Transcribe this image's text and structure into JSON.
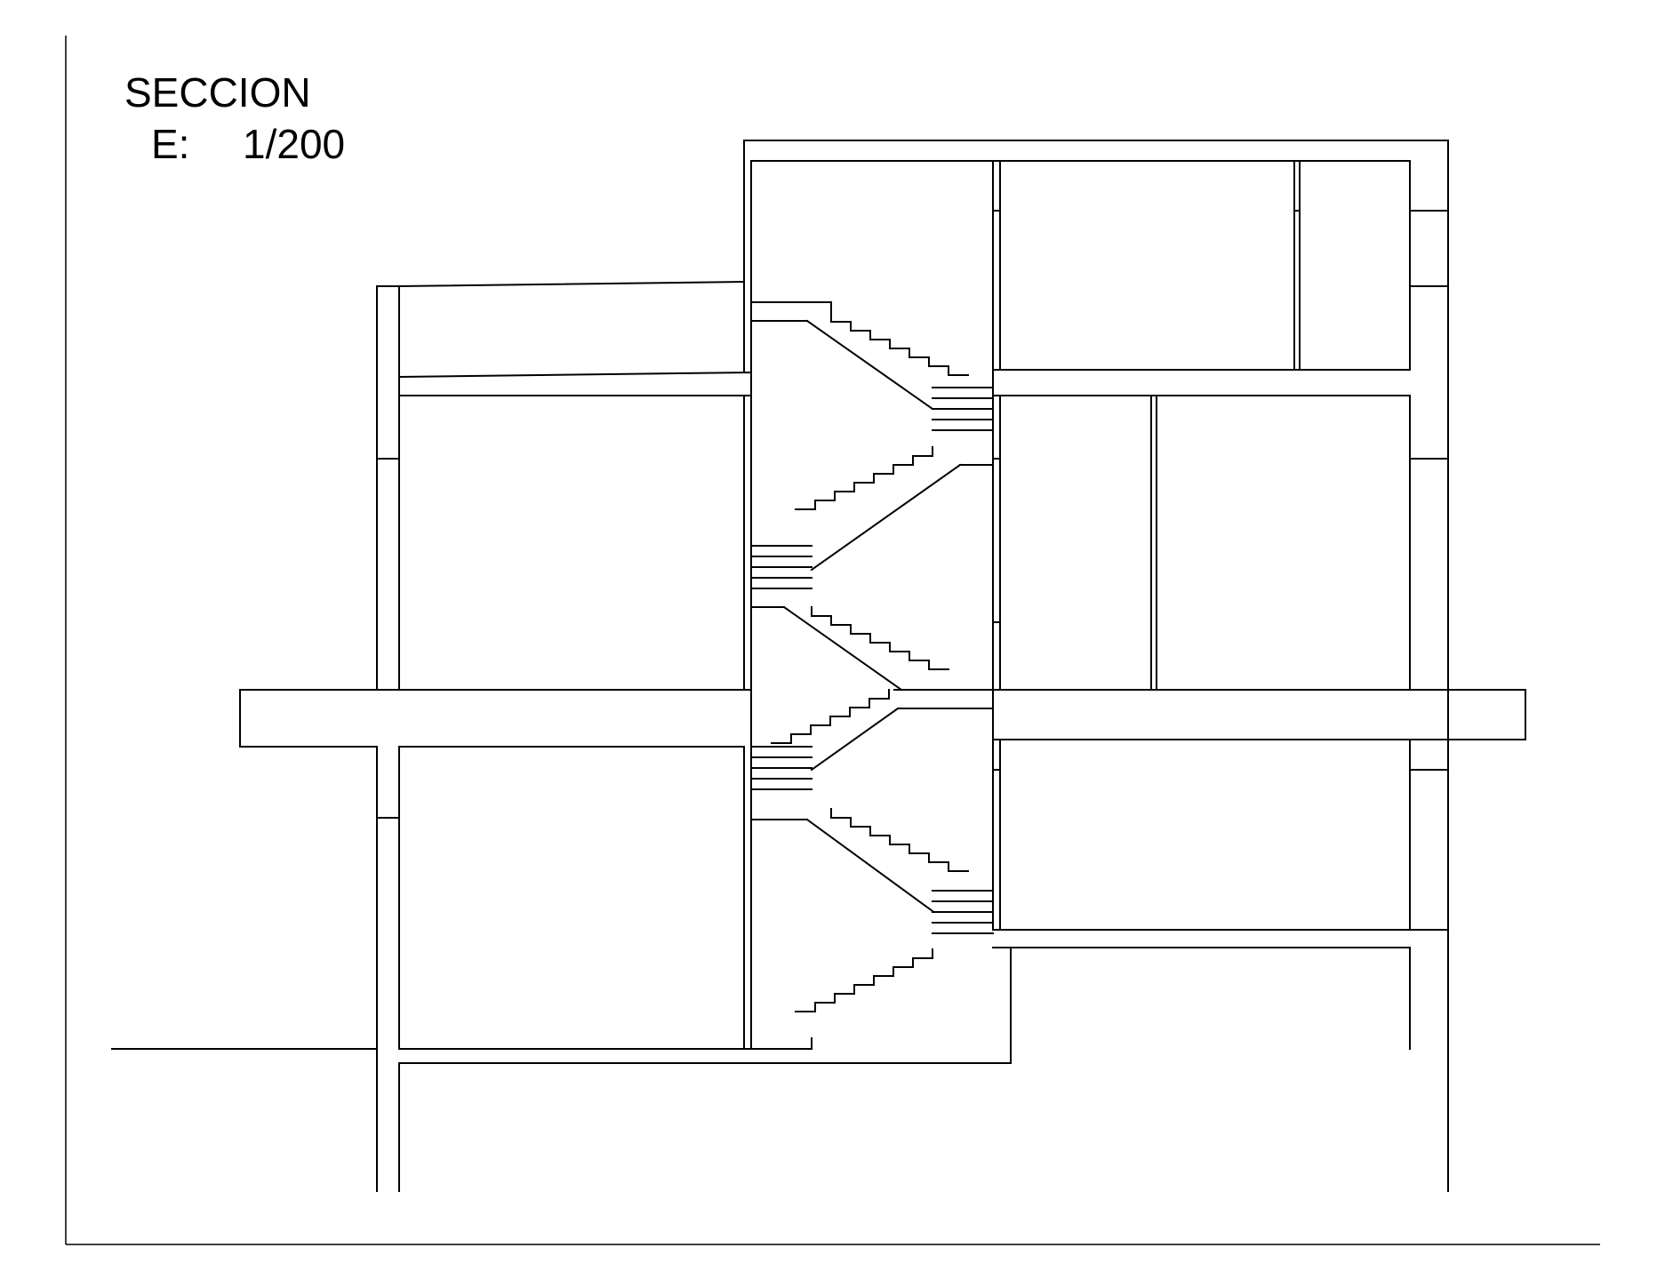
{
  "drawing": {
    "title": "SECCION",
    "scale_label": "E:",
    "scale_value": "1/200"
  },
  "colors": {
    "line": "#000000",
    "background": "#ffffff"
  }
}
